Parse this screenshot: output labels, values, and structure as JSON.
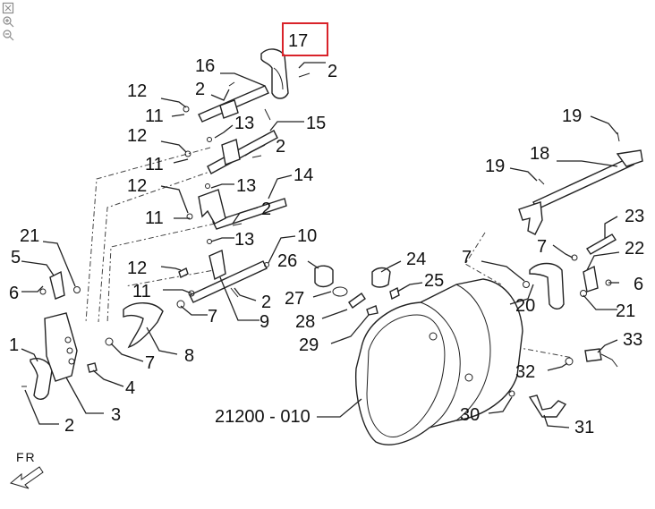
{
  "diagram": {
    "drawing_code": "21200 - 010",
    "direction_label": "FR",
    "highlighted_part": "17",
    "highlight_color": "#d9232a",
    "callouts": {
      "c1": "1",
      "c2a": "2",
      "c2b": "2",
      "c2c": "2",
      "c2d": "2",
      "c2e": "2",
      "c2f": "2",
      "c3": "3",
      "c4": "4",
      "c5": "5",
      "c6a": "6",
      "c6b": "6",
      "c7a": "7",
      "c7b": "7",
      "c7c": "7",
      "c7d": "7",
      "c8": "8",
      "c9": "9",
      "c10": "10",
      "c11a": "11",
      "c11b": "11",
      "c11c": "11",
      "c11d": "11",
      "c12a": "12",
      "c12b": "12",
      "c12c": "12",
      "c12d": "12",
      "c13a": "13",
      "c13b": "13",
      "c13c": "13",
      "c14": "14",
      "c15": "15",
      "c16": "16",
      "c17": "17",
      "c18": "18",
      "c19a": "19",
      "c19b": "19",
      "c20": "20",
      "c21a": "21",
      "c21b": "21",
      "c22": "22",
      "c23": "23",
      "c24": "24",
      "c25": "25",
      "c26": "26",
      "c27": "27",
      "c28": "28",
      "c29": "29",
      "c30": "30",
      "c31": "31",
      "c32": "32",
      "c33": "33"
    }
  },
  "toolbar": {
    "reset_icon": "fit-page-icon",
    "zoom_in_icon": "zoom-in-icon",
    "zoom_out_icon": "zoom-out-icon"
  }
}
